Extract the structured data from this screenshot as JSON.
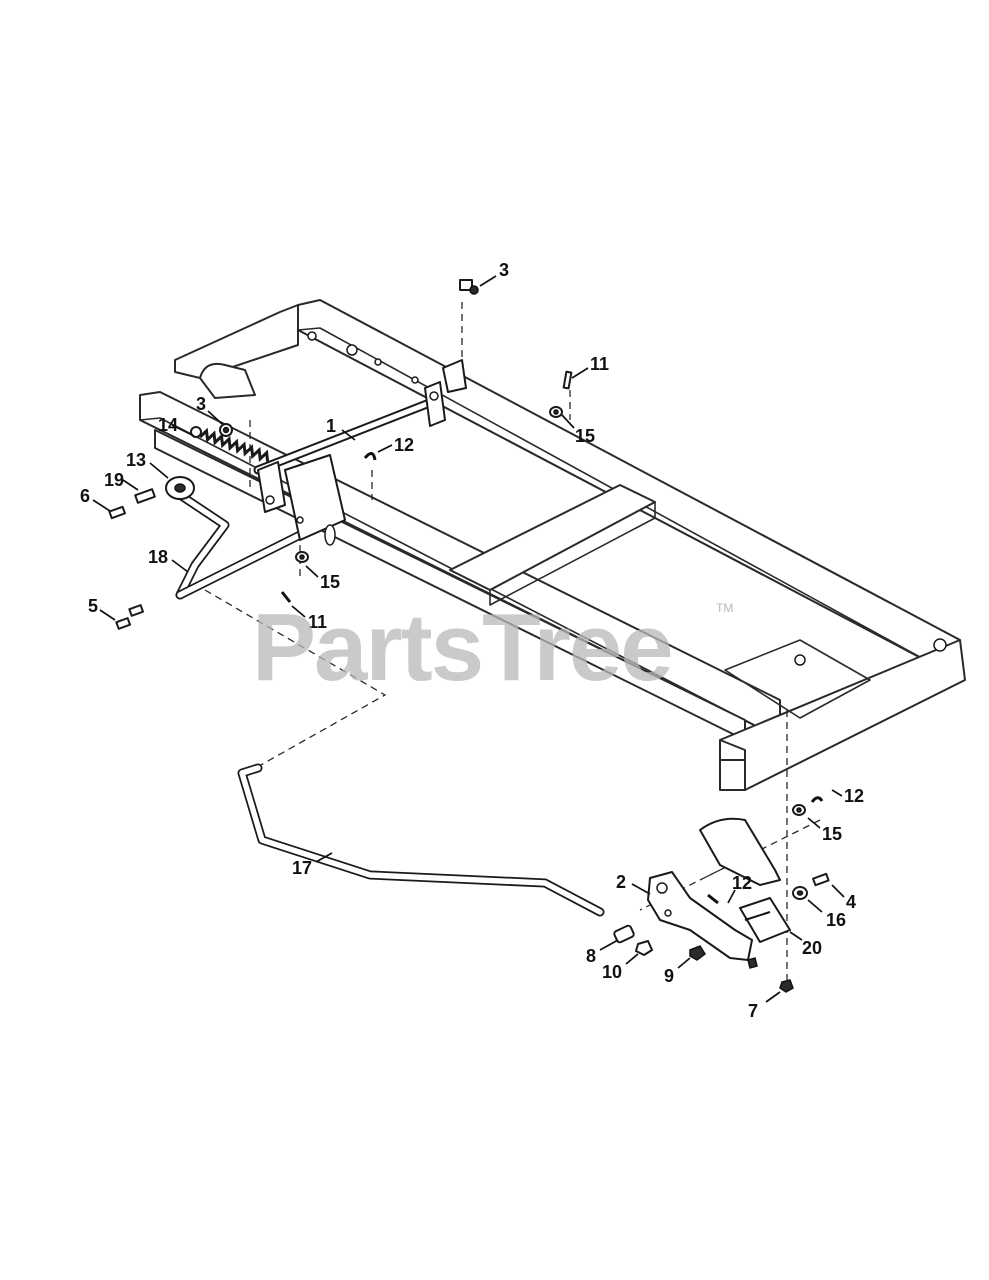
{
  "watermark": {
    "text": "PartsTree",
    "mark": "TM"
  },
  "callouts": {
    "c1": "1",
    "c2": "2",
    "c3a": "3",
    "c3b": "3",
    "c4": "4",
    "c5": "5",
    "c6": "6",
    "c7": "7",
    "c8": "8",
    "c9": "9",
    "c10": "10",
    "c11a": "11",
    "c11b": "11",
    "c12a": "12",
    "c12b": "12",
    "c12c": "12",
    "c13": "13",
    "c14": "14",
    "c15a": "15",
    "c15b": "15",
    "c15c": "15",
    "c16": "16",
    "c17": "17",
    "c18": "18",
    "c19": "19",
    "c20": "20"
  }
}
